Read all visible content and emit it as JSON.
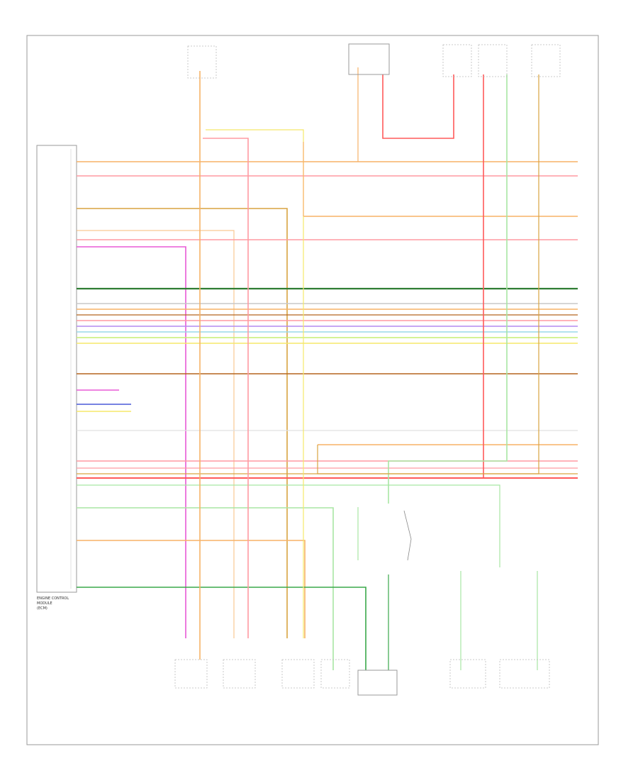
{
  "diagram": {
    "footer_id": "",
    "ecm_caption": [
      "ENGINE CONTROL",
      "MODULE",
      "(ECM)"
    ],
    "wire_colors": {
      "orange": "#f7b267",
      "pink": "#ff9aa2",
      "red": "#ff5a5a",
      "tan": "#d9a441",
      "green": "#3aa84a",
      "light_green": "#a8e6a3",
      "magenta": "#e85ad6",
      "blue": "#4a5ad8",
      "yellow": "#f5e86a",
      "brown": "#b5651d",
      "gray": "#c8c8c8",
      "dark_green": "#2e7d32",
      "cyan": "#9ad8e8",
      "purple": "#b38cf0",
      "lime": "#c6ef74"
    }
  }
}
